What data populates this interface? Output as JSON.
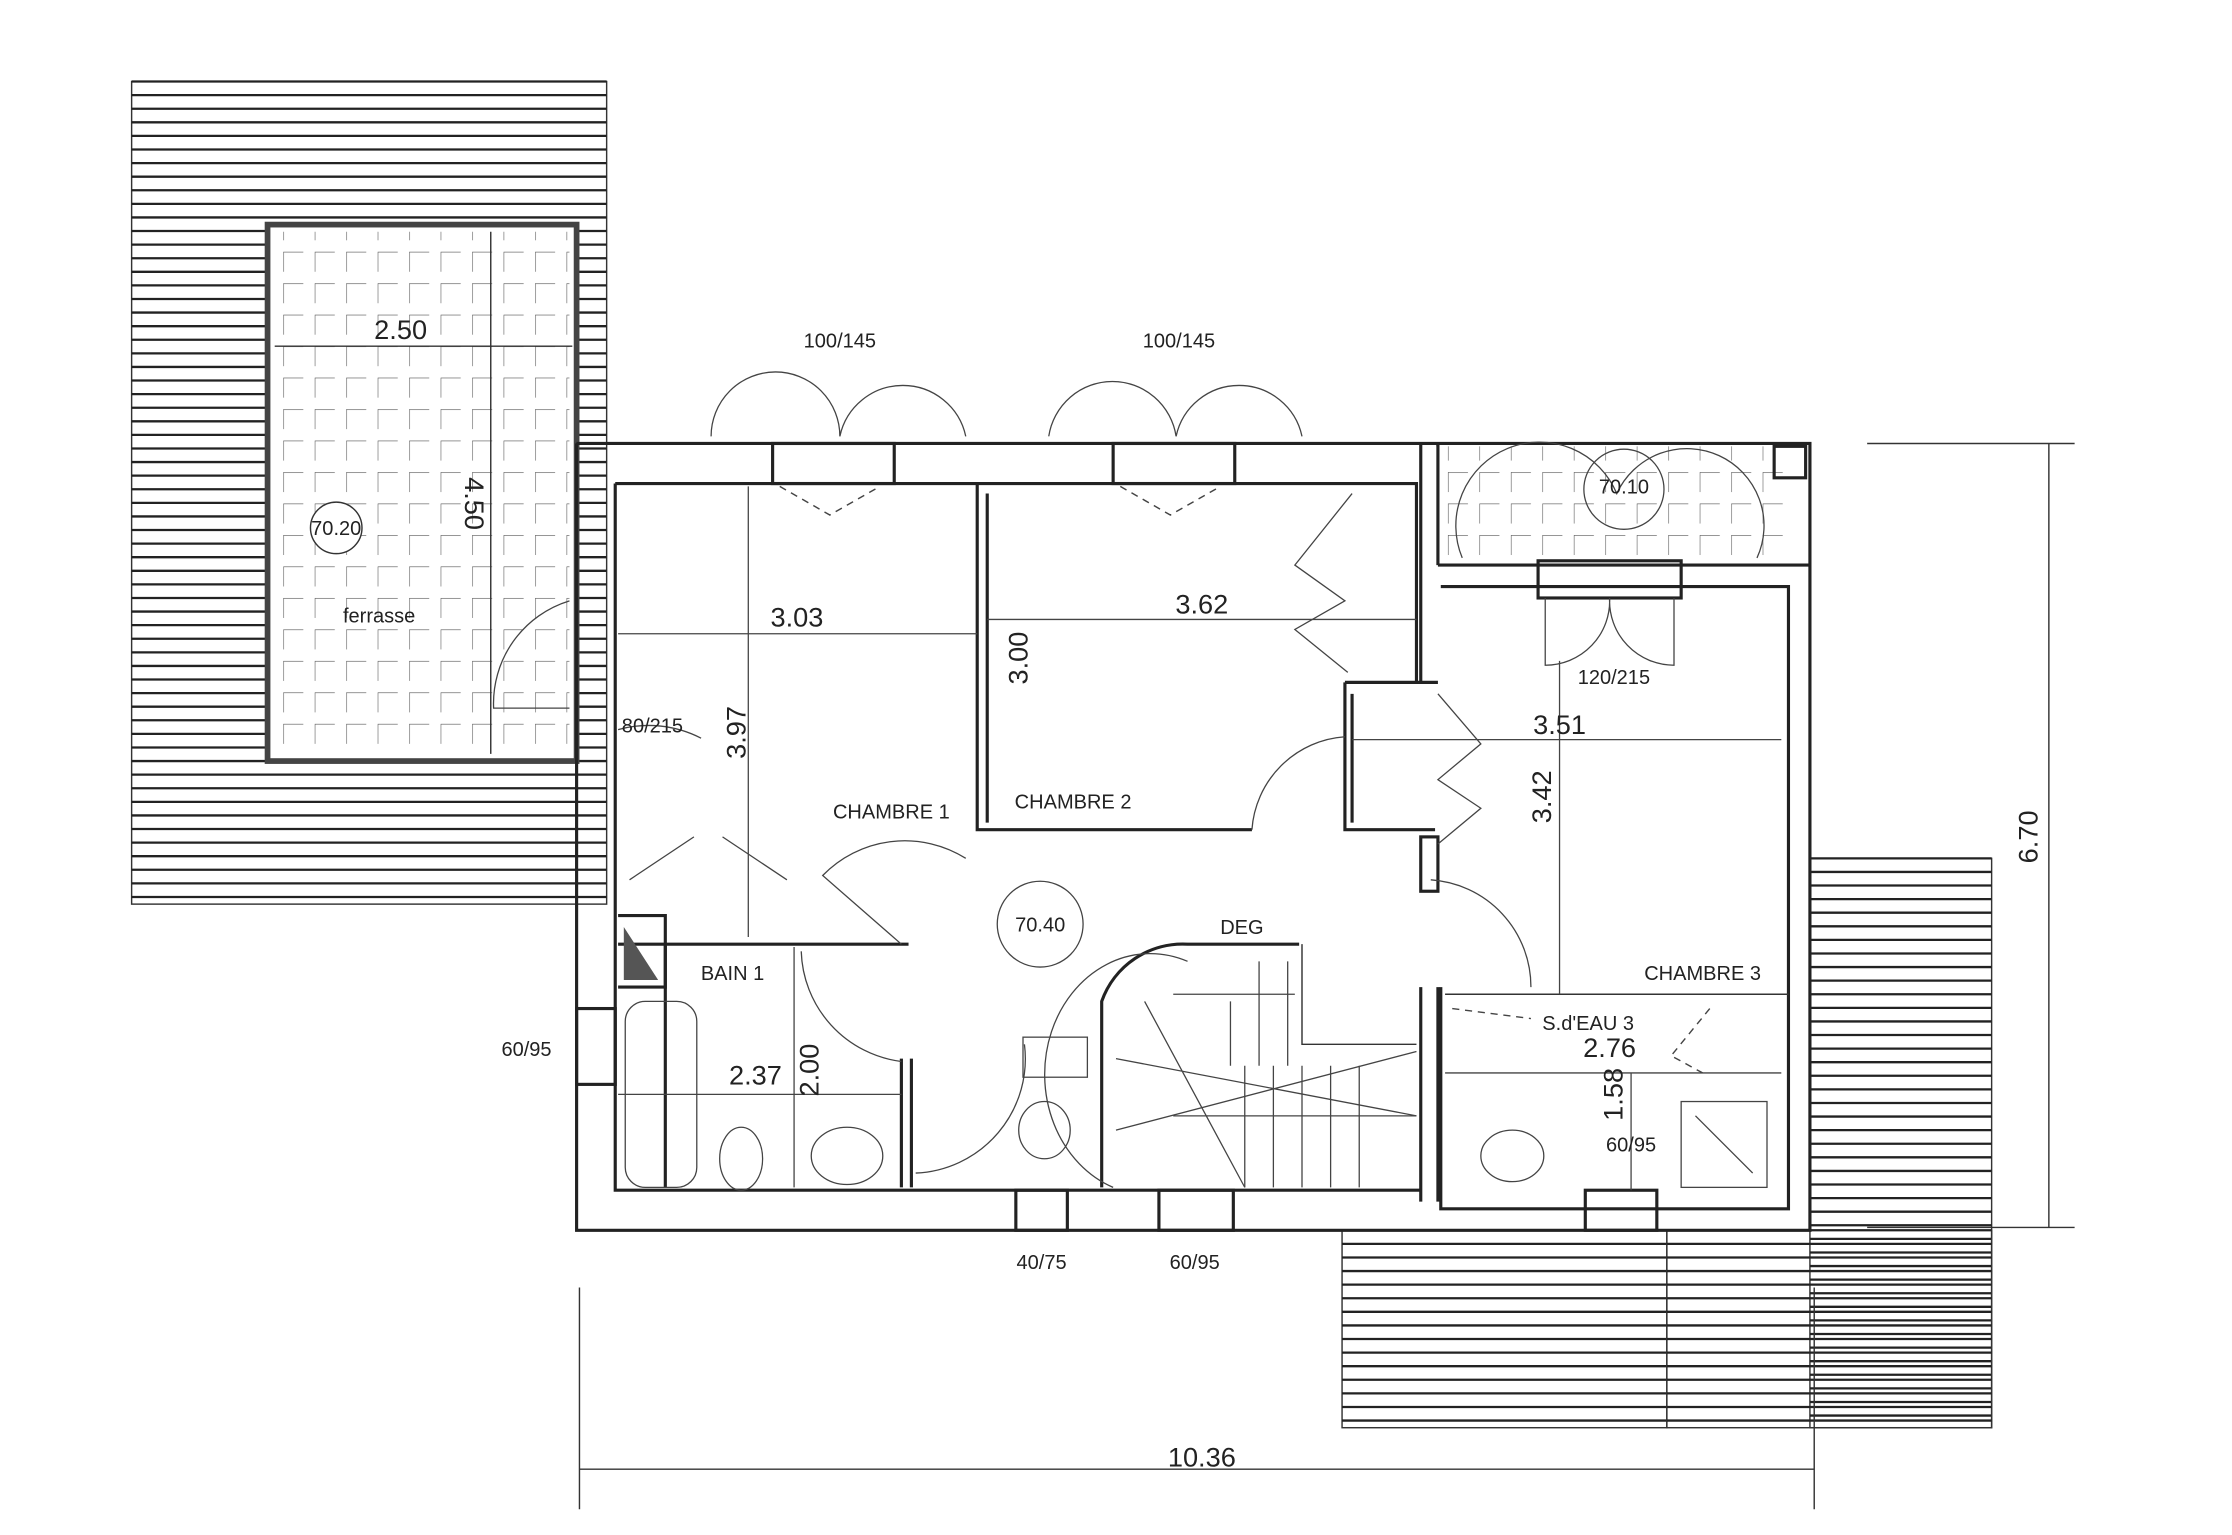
{
  "plan": {
    "overall_width": "10.36",
    "overall_depth": "6.70",
    "terrace": {
      "label": "ferrasse",
      "code": "70.20",
      "width": "2.50",
      "length": "4.50"
    },
    "balcony": {
      "code": "70.10"
    },
    "hall": {
      "label": "DEG",
      "code": "70.40"
    },
    "rooms": {
      "chambre1": {
        "label": "CHAMBRE 1",
        "width": "3.03",
        "length": "3.97"
      },
      "chambre2": {
        "label": "CHAMBRE 2",
        "width": "3.62",
        "length": "3.00"
      },
      "chambre3": {
        "label": "CHAMBRE 3",
        "width": "3.51",
        "length": "3.42"
      },
      "bain1": {
        "label": "BAIN 1",
        "width": "2.37",
        "length": "2.00"
      },
      "sdeau3": {
        "label": "S.d'EAU 3",
        "width": "2.76",
        "length": "1.58"
      }
    },
    "openings": {
      "win_ch1": "100/145",
      "win_ch2": "100/145",
      "door_terrace": "80/215",
      "door_ch3": "120/215",
      "win_bain1": "60/95",
      "win_wc": "40/75",
      "win_stair": "60/95",
      "win_sdeau3": "60/95"
    }
  }
}
